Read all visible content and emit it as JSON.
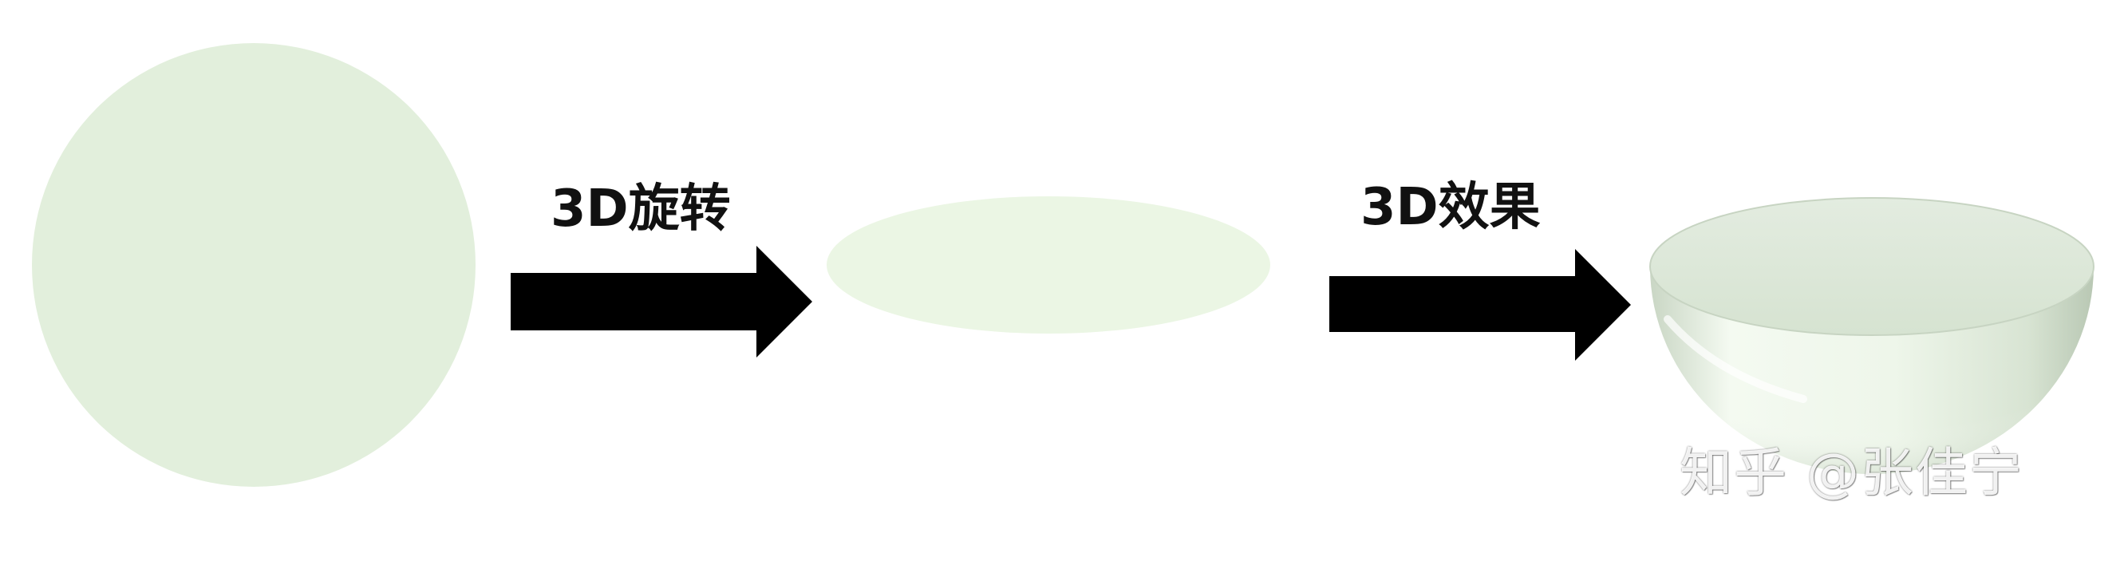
{
  "steps": [
    {
      "label": "3D旋转"
    },
    {
      "label": "3D效果"
    }
  ],
  "watermark": {
    "text": "知乎 @张佳宁"
  },
  "colors": {
    "circle_fill": "#e2efdc",
    "ellipse_fill": "#ebf6e4",
    "bowl_top": "#dde8d8",
    "bowl_body_light": "#f6fbf3",
    "bowl_body_mid": "#e6f0e1",
    "bowl_body_shadow": "#b7c6b2",
    "arrow": "#000000",
    "background": "#ffffff"
  },
  "icons": {
    "arrow": "right-arrow-icon"
  }
}
